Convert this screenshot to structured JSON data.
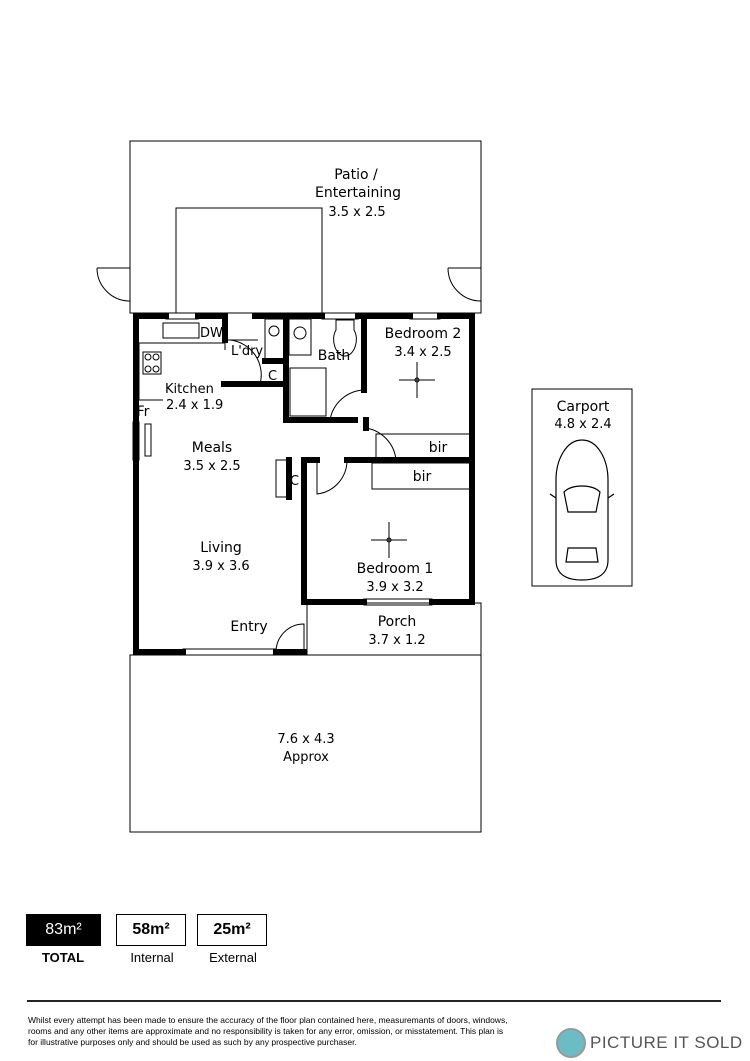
{
  "rooms": {
    "patio": {
      "name_line1": "Patio /",
      "name_line2": "Entertaining",
      "size": "3.5 x 2.5"
    },
    "kitchen": {
      "name": "Kitchen",
      "size": "2.4 x 1.9",
      "dw": "DW",
      "fr": "Fr"
    },
    "laundry": {
      "name": "L'dry",
      "cupboard": "C"
    },
    "bath": {
      "name": "Bath"
    },
    "bedroom2": {
      "name": "Bedroom 2",
      "size": "3.4 x 2.5",
      "bir": "bir"
    },
    "meals": {
      "name": "Meals",
      "size": "3.5 x 2.5",
      "cupboard": "C"
    },
    "living": {
      "name": "Living",
      "size": "3.9 x 3.6"
    },
    "bedroom1": {
      "name": "Bedroom 1",
      "size": "3.9 x 3.2",
      "bir": "bir"
    },
    "entry": {
      "name": "Entry"
    },
    "porch": {
      "name": "Porch",
      "size": "3.7 x 1.2"
    },
    "yard": {
      "size": "7.6 x 4.3",
      "note": "Approx"
    },
    "carport": {
      "name": "Carport",
      "size": "4.8 x 2.4"
    }
  },
  "areas": {
    "total": {
      "value": "83m²",
      "label": "TOTAL"
    },
    "internal": {
      "value": "58m²",
      "label": "Internal"
    },
    "external": {
      "value": "25m²",
      "label": "External"
    }
  },
  "disclaimer": "Whilst every attempt has been made to ensure the accuracy of the floor plan contained here, measuremants of doors, windows, rooms and any other items are approximate and no responsibility is taken for any error, omission, or misstatement. This plan is for illustrative purposes only and should be used as such by any prospective purchaser.",
  "logo": {
    "text": "PICTURE IT SOLD",
    "color": "#6bbcc4"
  }
}
